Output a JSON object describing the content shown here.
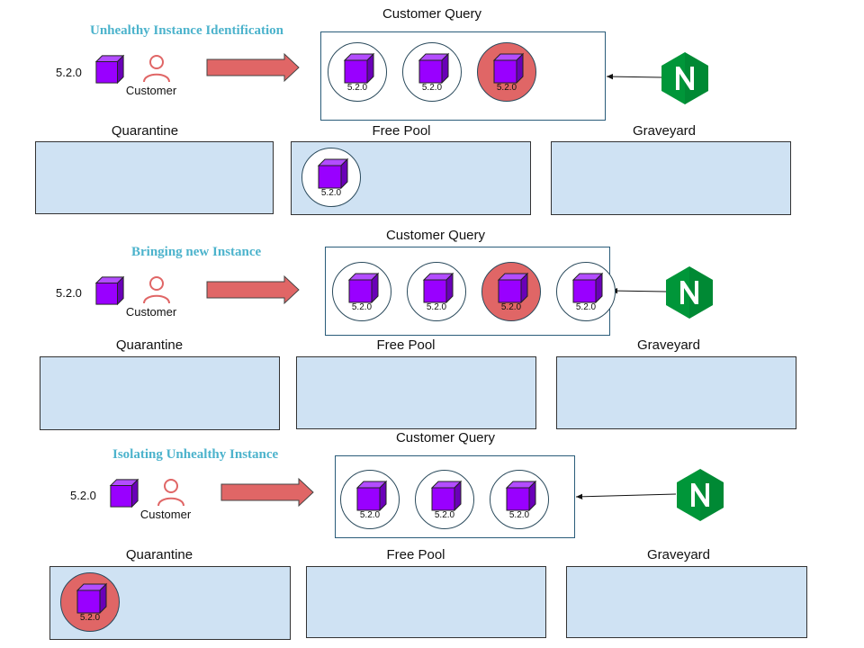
{
  "stages": [
    {
      "title": "Unhealthy Instance Identification",
      "version": "5.2.0",
      "customer_label": "Customer",
      "query_label": "Customer Query",
      "query_instances": [
        {
          "version": "5.2.0",
          "healthy": true
        },
        {
          "version": "5.2.0",
          "healthy": true
        },
        {
          "version": "5.2.0",
          "healthy": false
        }
      ],
      "quarantine_label": "Quarantine",
      "quarantine_instances": [],
      "free_pool_label": "Free Pool",
      "free_pool_instances": [
        {
          "version": "5.2.0",
          "healthy": true
        }
      ],
      "graveyard_label": "Graveyard",
      "graveyard_instances": []
    },
    {
      "title": "Bringing new Instance",
      "version": "5.2.0",
      "customer_label": "Customer",
      "query_label": "Customer Query",
      "query_instances": [
        {
          "version": "5.2.0",
          "healthy": true
        },
        {
          "version": "5.2.0",
          "healthy": true
        },
        {
          "version": "5.2.0",
          "healthy": false
        },
        {
          "version": "5.2.0",
          "healthy": true
        }
      ],
      "quarantine_label": "Quarantine",
      "quarantine_instances": [],
      "free_pool_label": "Free Pool",
      "free_pool_instances": [],
      "graveyard_label": "Graveyard",
      "graveyard_instances": []
    },
    {
      "title": "Isolating Unhealthy Instance",
      "version": "5.2.0",
      "customer_label": "Customer",
      "query_label": "Customer Query",
      "query_instances": [
        {
          "version": "5.2.0",
          "healthy": true
        },
        {
          "version": "5.2.0",
          "healthy": true
        },
        {
          "version": "5.2.0",
          "healthy": true
        }
      ],
      "quarantine_label": "Quarantine",
      "quarantine_instances": [
        {
          "version": "5.2.0",
          "healthy": false
        }
      ],
      "free_pool_label": "Free Pool",
      "free_pool_instances": [],
      "graveyard_label": "Graveyard",
      "graveyard_instances": []
    }
  ],
  "icons": {
    "instance": "cube-icon",
    "customer": "person-icon",
    "load_balancer": "nginx-logo",
    "flow": "right-arrow"
  },
  "colors": {
    "title": "#4cb3cc",
    "cube": "#9900ff",
    "unhealthy": "#e06666",
    "pool_fill": "#cfe2f3",
    "arrow": "#e06666",
    "nginx": "#009639"
  }
}
